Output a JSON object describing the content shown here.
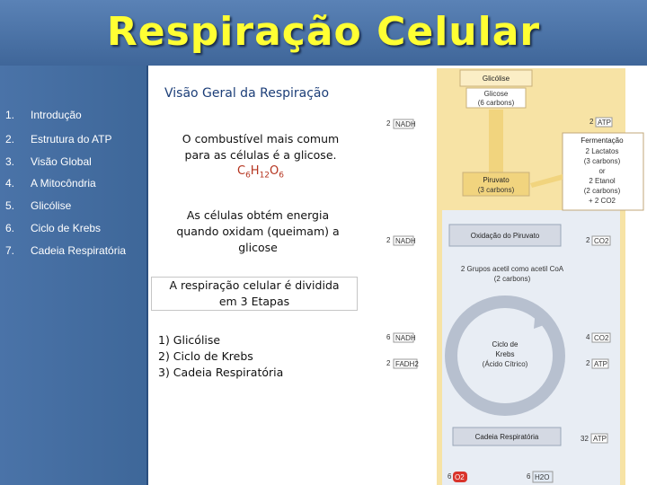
{
  "slide": {
    "title": "Respiração Celular",
    "subtitle": "Visão Geral da Respiração"
  },
  "menu": [
    {
      "num": "1.",
      "label": "Introdução"
    },
    {
      "num": "2.",
      "label": "Estrutura do ATP"
    },
    {
      "num": "3.",
      "label": "Visão Global"
    },
    {
      "num": "4.",
      "label": "A Mitocôndria"
    },
    {
      "num": "5.",
      "label": "Glicólise"
    },
    {
      "num": "6.",
      "label": "Ciclo de Krebs"
    },
    {
      "num": "7.",
      "label": "Cadeia Respiratória"
    }
  ],
  "text_blocks": {
    "fuel_line1": "O combustível mais comum",
    "fuel_line2": "para as células é a glicose.",
    "formula": {
      "c": "C",
      "c_sub": "6",
      "h": "H",
      "h_sub": "12",
      "o": "O",
      "o_sub": "6"
    },
    "energy_line1": "As células obtém energia",
    "energy_line2": "quando oxidam (queimam) a",
    "energy_line3": "glicose",
    "stages_line1": "A respiração celular é dividida",
    "stages_line2": "em 3 Etapas",
    "stages": [
      "1)  Glicólise",
      "2)  Ciclo de Krebs",
      "3)  Cadeia Respiratória"
    ]
  },
  "diagram": {
    "glycolysis": "Glicólise",
    "glucose": "Glicose",
    "glucose_sub": "(6 carbons)",
    "pyruvate": "Piruvato",
    "pyruvate_sub": "(3 carbons)",
    "fermentation_title": "Fermentação",
    "fermentation_lines": [
      "2 Lactatos",
      "(3 carbons)",
      "or",
      "2 Etanol",
      "(2 carbons)",
      "+ 2 CO2"
    ],
    "pyruvate_oxidation": "Oxidação do Piruvato",
    "acetyl": "2 Grupos acetil como acetil CoA",
    "acetyl_sub": "(2 carbons)",
    "krebs_line1": "Ciclo de",
    "krebs_line2": "Krebs",
    "krebs_line3": "(Ácido Cítrico)",
    "chain": "Cadeia Respiratória",
    "left": [
      {
        "n": "2",
        "mol": "NADH"
      },
      {
        "n": "2",
        "mol": "NADH"
      },
      {
        "n": "6",
        "mol": "NADH"
      },
      {
        "n": "2",
        "mol": "FADH2"
      },
      {
        "n": "6",
        "mol": "O2"
      }
    ],
    "right": [
      {
        "n": "2",
        "mol": "ATP"
      },
      {
        "n": "2",
        "mol": "CO2"
      },
      {
        "n": "4",
        "mol": "CO2"
      },
      {
        "n": "2",
        "mol": "ATP"
      },
      {
        "n": "32",
        "mol": "ATP"
      },
      {
        "n": "6",
        "mol": "H2O"
      }
    ]
  },
  "colors": {
    "title": "#ffff33",
    "sidebar": "#4a73a8",
    "subtitle": "#1c3e78",
    "formula": "#b5341f"
  }
}
